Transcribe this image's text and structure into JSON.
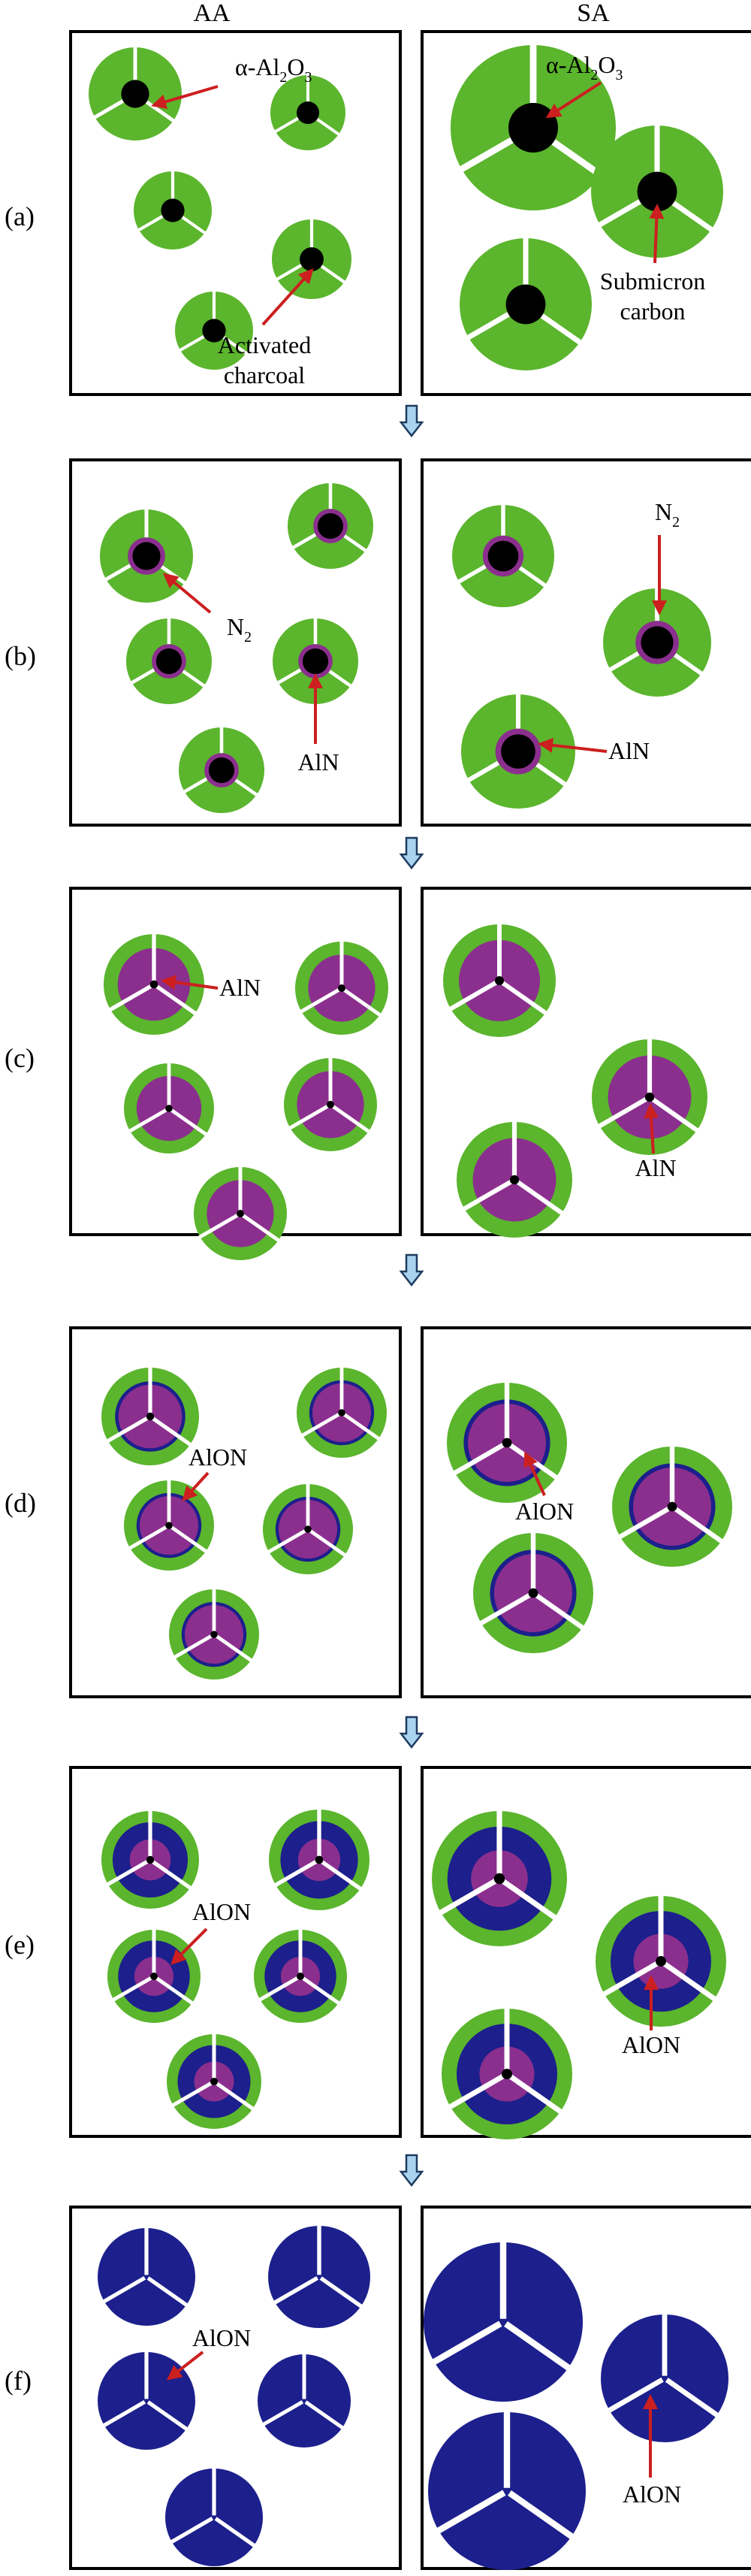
{
  "headers": {
    "left": "AA",
    "right": "SA"
  },
  "colors": {
    "alumina": "#5bb52d",
    "carbon": "#000000",
    "aln": "#8b2f8e",
    "alon": "#1c1f8c",
    "arrow": "#cc1f1f",
    "step_arrow_fill": "#a9d3ef",
    "step_arrow_stroke": "#1e3a5f",
    "crack": "#ffffff"
  },
  "icons": {
    "step_arrow": "down-arrow-icon",
    "label_arrow": "red-pointer-arrow-icon"
  },
  "stages": [
    {
      "id": "a",
      "label": "(a)",
      "aa": {
        "particle": "alumina-with-carbon-core",
        "labels": [
          {
            "id": "alumina",
            "text": "α-Al",
            "sub": "2",
            "tail": "O",
            "sub2": "3"
          },
          {
            "id": "carbon",
            "lines": [
              "Activated",
              "charcoal"
            ]
          }
        ]
      },
      "sa": {
        "particle": "alumina-with-carbon-core",
        "labels": [
          {
            "id": "alumina",
            "text": "α-Al",
            "sub": "2",
            "tail": "O",
            "sub2": "3"
          },
          {
            "id": "carbon",
            "lines": [
              "Submicron",
              "carbon"
            ]
          }
        ]
      }
    },
    {
      "id": "b",
      "label": "(b)",
      "aa": {
        "particle": "alumina-carbon-thin-aln",
        "labels": [
          {
            "id": "n2",
            "text": "N",
            "sub": "2"
          },
          {
            "id": "aln",
            "text": "AlN"
          }
        ]
      },
      "sa": {
        "particle": "alumina-carbon-thin-aln",
        "labels": [
          {
            "id": "n2",
            "text": "N",
            "sub": "2"
          },
          {
            "id": "aln",
            "text": "AlN"
          }
        ]
      }
    },
    {
      "id": "c",
      "label": "(c)",
      "aa": {
        "particle": "alumina-aln-core",
        "labels": [
          {
            "id": "aln",
            "text": "AlN"
          }
        ]
      },
      "sa": {
        "particle": "alumina-aln-core",
        "labels": [
          {
            "id": "aln",
            "text": "AlN"
          }
        ]
      }
    },
    {
      "id": "d",
      "label": "(d)",
      "aa": {
        "particle": "alumina-aln-thin-alon",
        "labels": [
          {
            "id": "alon",
            "text": "AlON"
          }
        ]
      },
      "sa": {
        "particle": "alumina-aln-thin-alon",
        "labels": [
          {
            "id": "alon",
            "text": "AlON"
          }
        ]
      }
    },
    {
      "id": "e",
      "label": "(e)",
      "aa": {
        "particle": "alumina-alon-aln-core",
        "labels": [
          {
            "id": "alon",
            "text": "AlON"
          }
        ]
      },
      "sa": {
        "particle": "alumina-alon-aln-core",
        "labels": [
          {
            "id": "alon",
            "text": "AlON"
          }
        ]
      }
    },
    {
      "id": "f",
      "label": "(f)",
      "aa": {
        "particle": "alon-full",
        "labels": [
          {
            "id": "alon",
            "text": "AlON"
          }
        ]
      },
      "sa": {
        "particle": "alon-full",
        "labels": [
          {
            "id": "alon",
            "text": "AlON"
          }
        ]
      }
    }
  ]
}
